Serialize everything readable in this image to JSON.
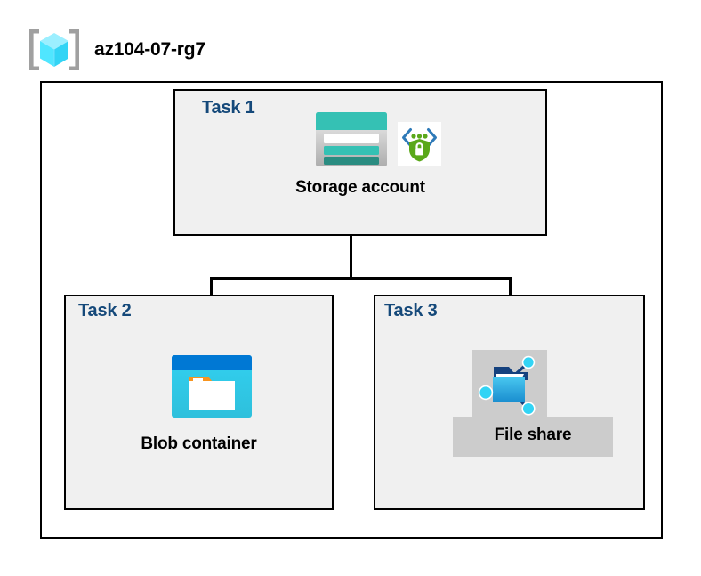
{
  "diagram": {
    "title": "az104-07-rg7",
    "resource_group_icon": "resource-group-cube-icon",
    "colors": {
      "task_label": "#15497a",
      "box_fill": "#f0f0f0",
      "box_border": "#000000",
      "page_background": "#ffffff",
      "highlight_plate": "#cccccc",
      "storage_teal": "#35c1b4",
      "storage_teal_dark": "#2a8c81",
      "blob_blue": "#0078d4",
      "blob_cyan": "#32d0f0",
      "blob_orange": "#f7941e",
      "fileshare_blue": "#32b4e6",
      "fileshare_navy": "#15417e",
      "endpoint_green": "#5aa81a",
      "cube_cyan": "#50e6ff"
    },
    "tasks": [
      {
        "id": "task1",
        "label": "Task 1",
        "resource": "Storage account",
        "icons": [
          "storage-account-icon",
          "service-endpoint-shield-icon"
        ]
      },
      {
        "id": "task2",
        "label": "Task 2",
        "resource": "Blob container",
        "icons": [
          "blob-container-icon"
        ]
      },
      {
        "id": "task3",
        "label": "Task 3",
        "resource": "File share",
        "icons": [
          "file-share-icon"
        ]
      }
    ],
    "connectors": [
      {
        "from": "task1",
        "to": "task2"
      },
      {
        "from": "task1",
        "to": "task3"
      }
    ]
  }
}
